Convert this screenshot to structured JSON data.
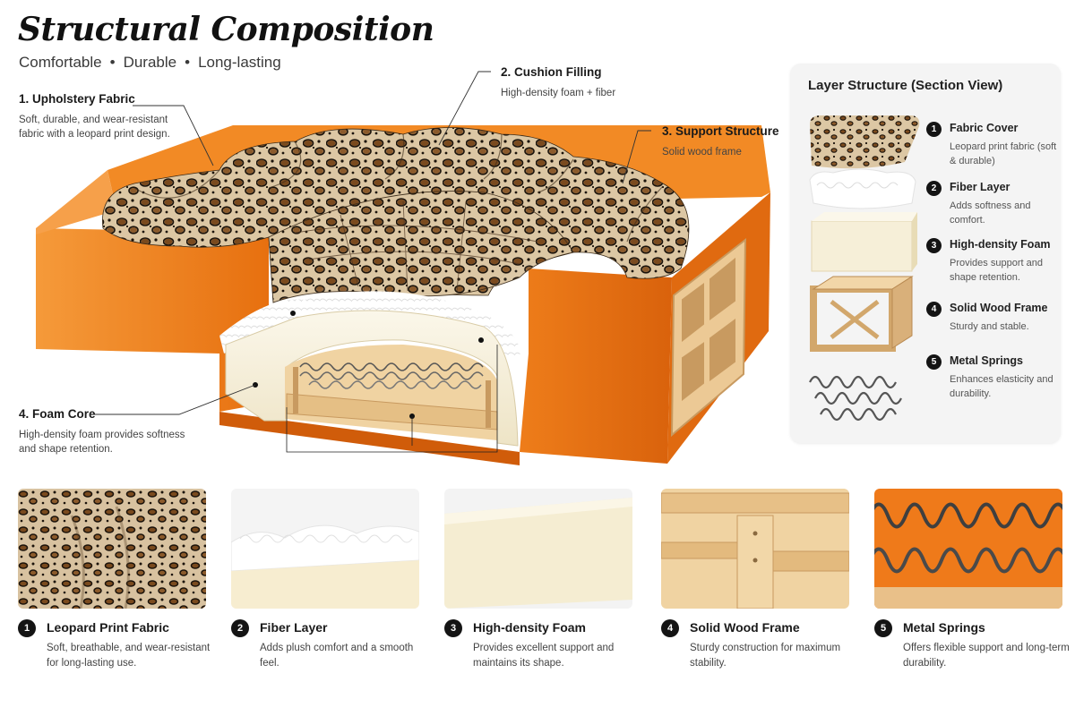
{
  "header": {
    "title": "Structural Composition",
    "subtitle_parts": [
      "Comfortable",
      "Durable",
      "Long-lasting"
    ]
  },
  "callouts": [
    {
      "title": "1. Upholstery Fabric",
      "desc": "Soft, durable, and wear-resistant fabric with a leopard print design."
    },
    {
      "title": "2. Cushion Filling",
      "desc": "High-density foam + fiber"
    },
    {
      "title": "3. Support Structure",
      "desc": "Solid wood frame"
    },
    {
      "title": "4. Foam Core",
      "desc": "High-density foam provides softness and shape retention."
    }
  ],
  "panel": {
    "title": "Layer Structure (Section View)",
    "layers": [
      {
        "num": "1",
        "title": "Fabric Cover",
        "desc": "Leopard print fabric (soft & durable)"
      },
      {
        "num": "2",
        "title": "Fiber Layer",
        "desc": "Adds softness and comfort."
      },
      {
        "num": "3",
        "title": "High-density Foam",
        "desc": "Provides support and shape retention."
      },
      {
        "num": "4",
        "title": "Solid Wood Frame",
        "desc": "Sturdy and stable."
      },
      {
        "num": "5",
        "title": "Metal Springs",
        "desc": "Enhances elasticity and durability."
      }
    ]
  },
  "cards": [
    {
      "num": "1",
      "title": "Leopard Print Fabric",
      "desc": "Soft, breathable, and wear-resistant for long-lasting use."
    },
    {
      "num": "2",
      "title": "Fiber Layer",
      "desc": "Adds plush comfort and a smooth feel."
    },
    {
      "num": "3",
      "title": "High-density Foam",
      "desc": "Provides excellent support and maintains its shape."
    },
    {
      "num": "4",
      "title": "Solid Wood Frame",
      "desc": "Sturdy construction for maximum stability."
    },
    {
      "num": "5",
      "title": "Metal Springs",
      "desc": "Offers flexible support and long-term durability."
    }
  ],
  "colors": {
    "orange": "#f07a1a",
    "orange_dark": "#d9620c",
    "leopard_base": "#d8c2a0",
    "foam": "#f5efd9",
    "wood": "#e8c48f",
    "panel_bg": "#f4f4f4"
  }
}
